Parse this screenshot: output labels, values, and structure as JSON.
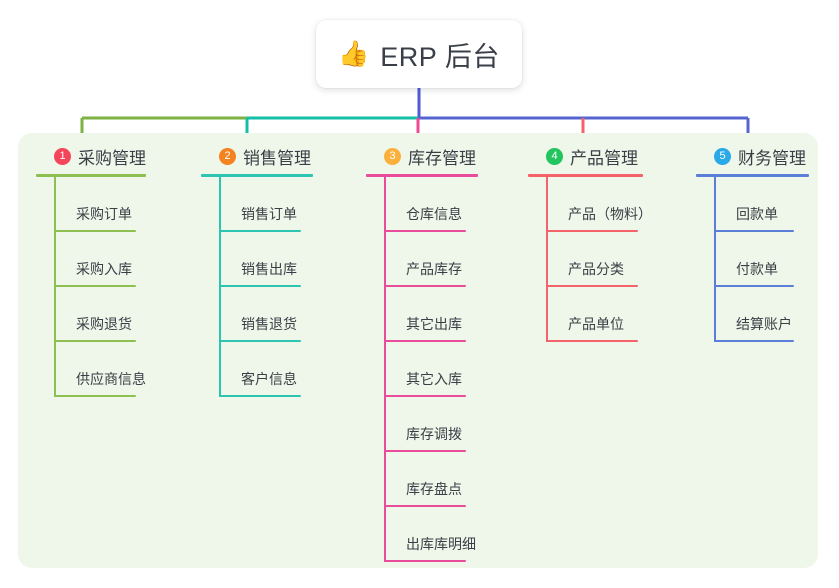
{
  "diagram": {
    "title": "ERP 后台",
    "root": {
      "icon": "thumbs-up-icon",
      "emoji": "👍",
      "label": "ERP 后台"
    },
    "palette": {
      "panel_bg": "#eef7e9",
      "page_bg": "#ffffff",
      "text": "#3a3f47",
      "root_trunk": "#4f5bd5"
    },
    "connector_bar": {
      "segments": [
        {
          "name": "green-segment",
          "color": "#7cb342"
        },
        {
          "name": "teal-segment",
          "color": "#13bfa6"
        },
        {
          "name": "blue-segment",
          "color": "#5664d2"
        }
      ]
    },
    "branches": [
      {
        "index": "1",
        "title": "采购管理",
        "color": "#8cc152",
        "badge_color": "#f4465a",
        "drop_color": "#7cb342",
        "items": [
          "采购订单",
          "采购入库",
          "采购退货",
          "供应商信息"
        ]
      },
      {
        "index": "2",
        "title": "销售管理",
        "color": "#2dc5b2",
        "badge_color": "#f58220",
        "drop_color": "#13bfa6",
        "items": [
          "销售订单",
          "销售出库",
          "销售退货",
          "客户信息"
        ]
      },
      {
        "index": "3",
        "title": "库存管理",
        "color": "#ea4c9b",
        "badge_color": "#fbb03b",
        "drop_color": "#ee4a96",
        "items": [
          "仓库信息",
          "产品库存",
          "其它出库",
          "其它入库",
          "库存调拨",
          "库存盘点",
          "出库库明细"
        ]
      },
      {
        "index": "4",
        "title": "产品管理",
        "color": "#f4626a",
        "badge_color": "#22c55e",
        "drop_color": "#f4626a",
        "items": [
          "产品（物料）",
          "产品分类",
          "产品单位"
        ]
      },
      {
        "index": "5",
        "title": "财务管理",
        "color": "#5b7ed8",
        "badge_color": "#29a9e8",
        "drop_color": "#5664d2",
        "items": [
          "回款单",
          "付款单",
          "结算账户"
        ]
      }
    ]
  }
}
